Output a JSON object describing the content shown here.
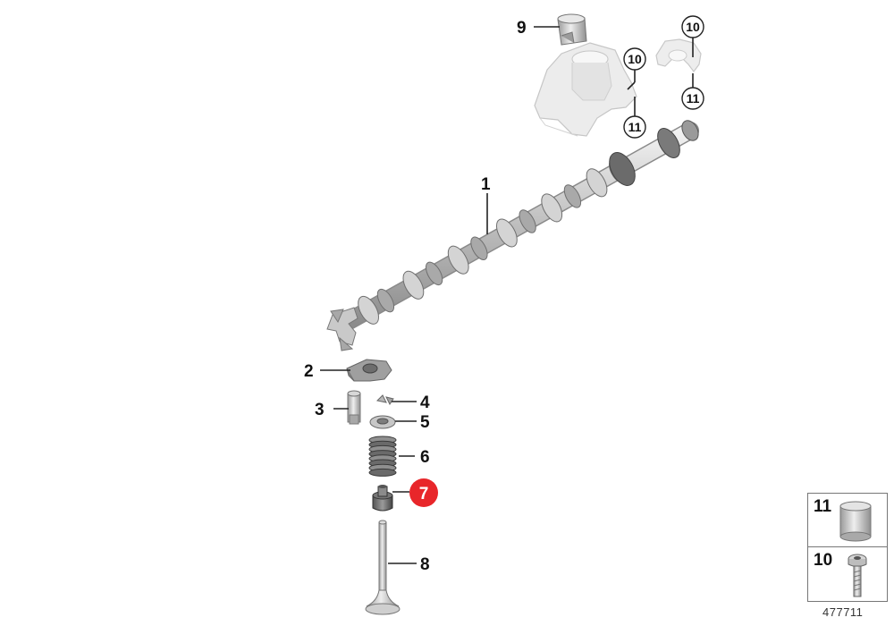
{
  "diagram": {
    "callouts": [
      {
        "id": "1",
        "label": "1"
      },
      {
        "id": "2",
        "label": "2"
      },
      {
        "id": "3",
        "label": "3"
      },
      {
        "id": "4",
        "label": "4"
      },
      {
        "id": "5",
        "label": "5"
      },
      {
        "id": "6",
        "label": "6"
      },
      {
        "id": "7",
        "label": "7",
        "highlighted": true
      },
      {
        "id": "8",
        "label": "8"
      },
      {
        "id": "9",
        "label": "9"
      },
      {
        "id": "10a",
        "label": "10"
      },
      {
        "id": "10b",
        "label": "10"
      },
      {
        "id": "11a",
        "label": "11"
      },
      {
        "id": "11b",
        "label": "11"
      }
    ],
    "legend": [
      {
        "label": "11"
      },
      {
        "label": "10"
      }
    ],
    "diagram_id": "477711",
    "colors": {
      "highlight": "#e8262a",
      "part_fill": "#cfcfcf",
      "bracket_fill": "#ececec",
      "line": "#222222"
    }
  }
}
